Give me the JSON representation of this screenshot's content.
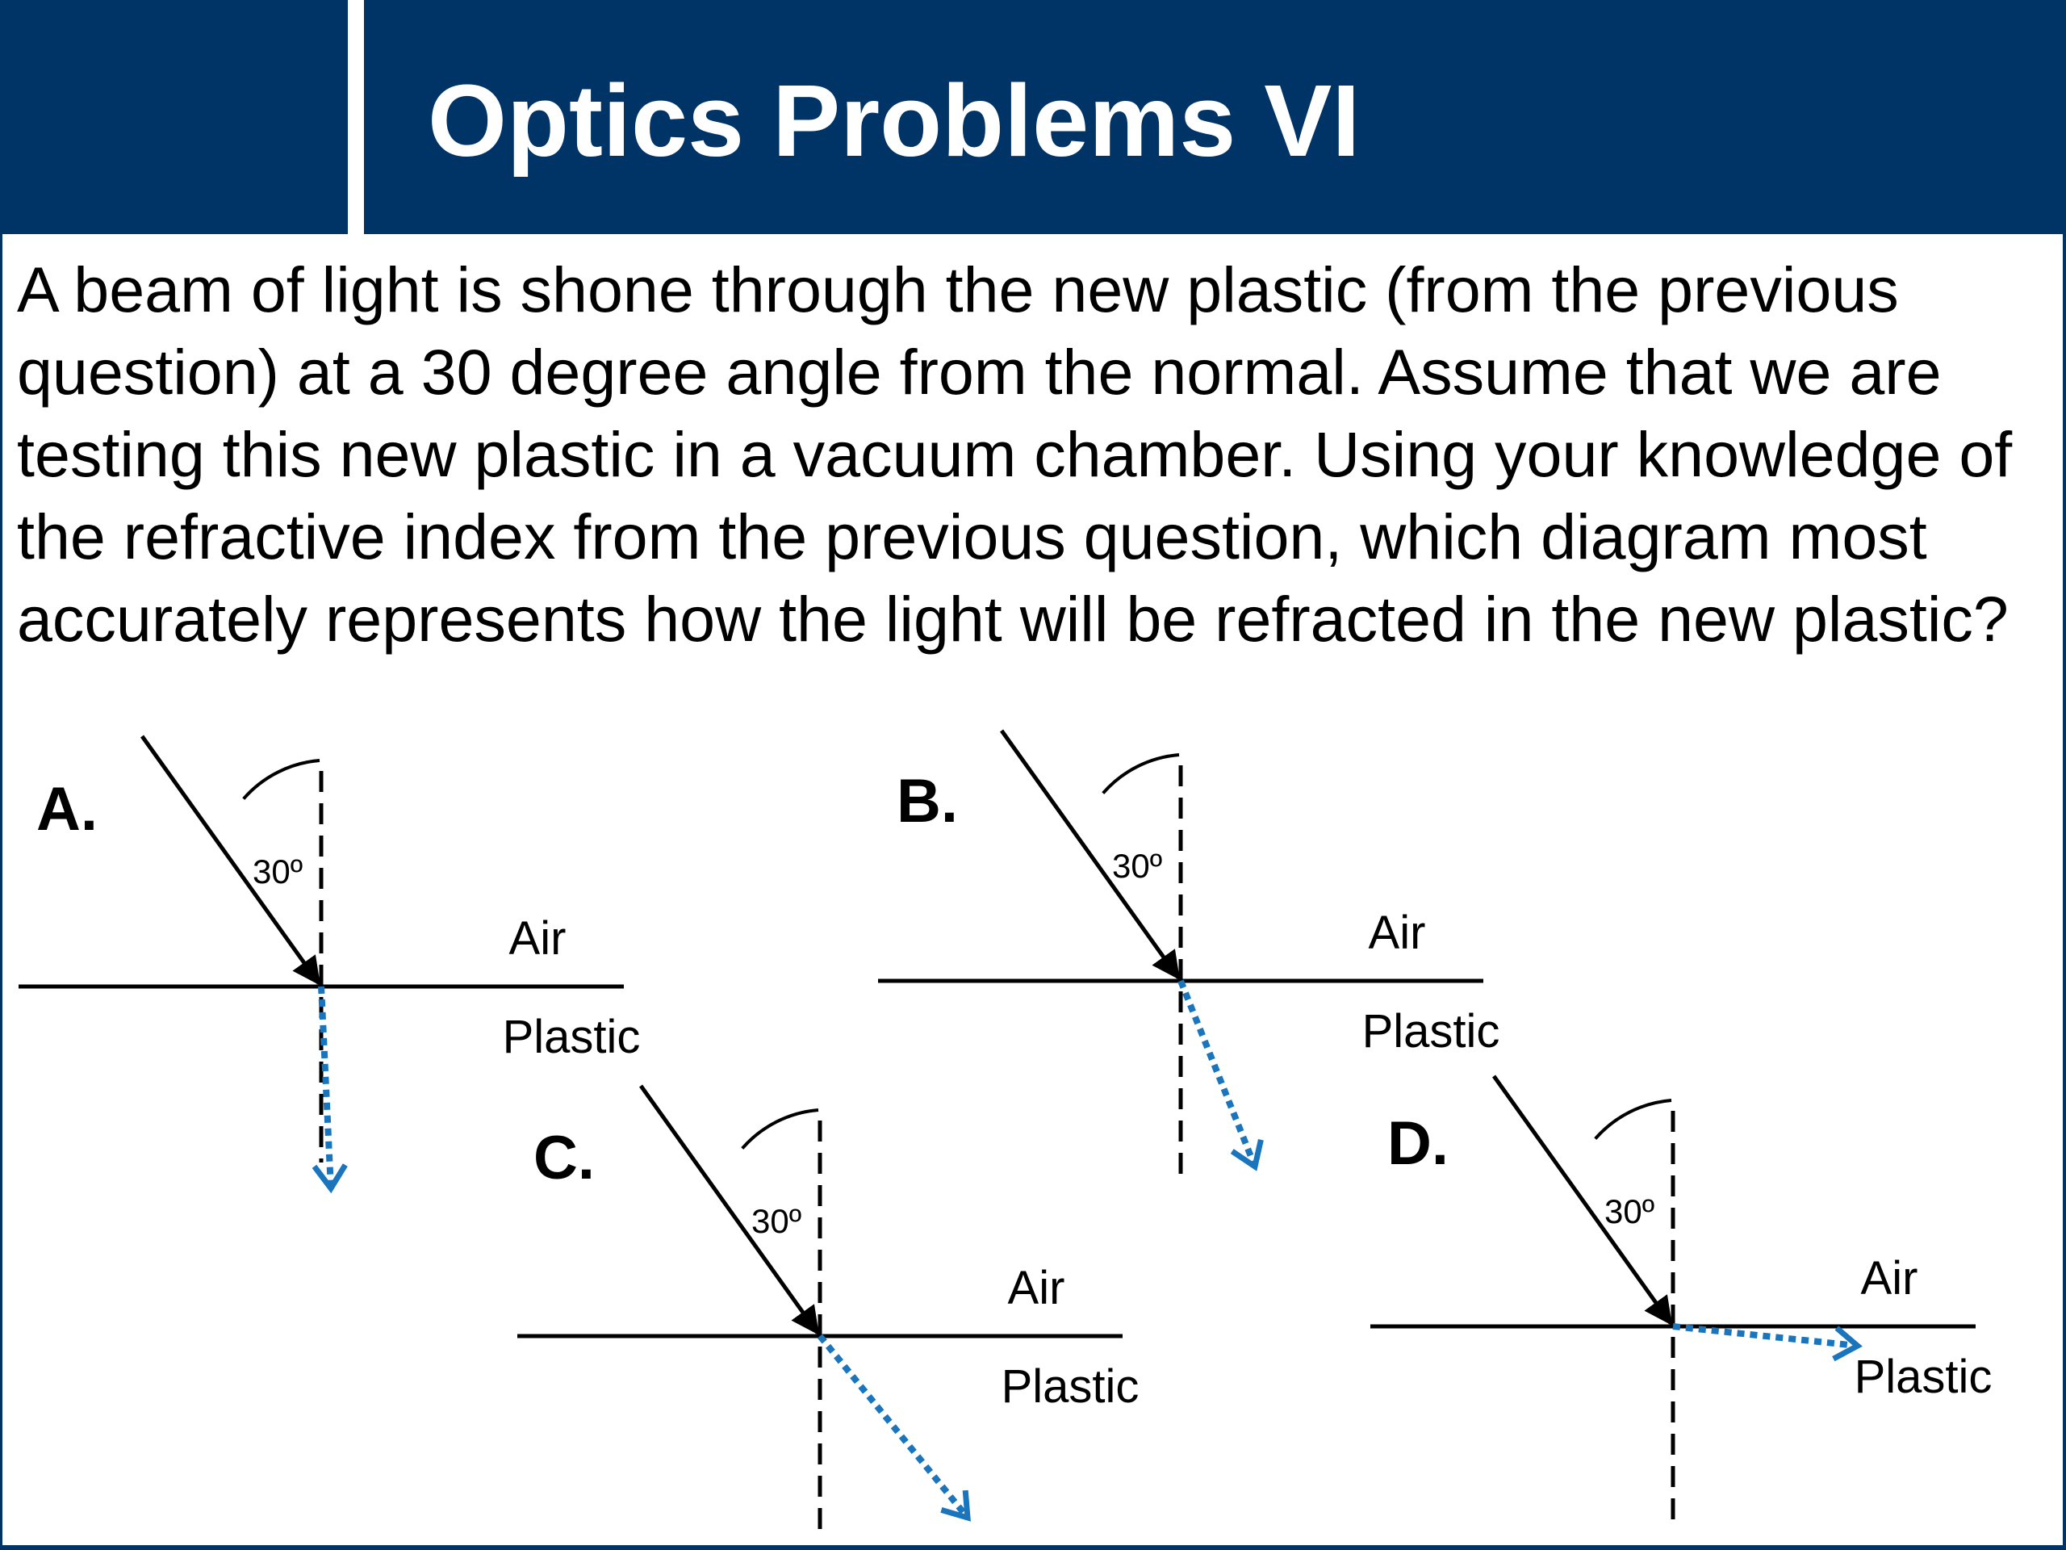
{
  "slide": {
    "title": "Optics Problems VI",
    "question": "A beam of light is shone through the new plastic (from the previous question) at a 30 degree angle from the normal. Assume that we are testing this new plastic in a vacuum chamber. Using your knowledge of the refractive index from the previous question, which diagram most accurately represents how the light will be refracted in the new plastic?"
  },
  "colors": {
    "header": "#003466",
    "incident_ray": "#000000",
    "refracted_ray": "#1a75bc"
  },
  "options": [
    {
      "letter": "A.",
      "angle_label": "30º",
      "upper_medium": "Air",
      "lower_medium": "Plastic",
      "incident_angle_deg": 30,
      "refracted_angle_deg": 0
    },
    {
      "letter": "B.",
      "angle_label": "30º",
      "upper_medium": "Air",
      "lower_medium": "Plastic",
      "incident_angle_deg": 30,
      "refracted_angle_deg": 20
    },
    {
      "letter": "C.",
      "angle_label": "30º",
      "upper_medium": "Air",
      "lower_medium": "Plastic",
      "incident_angle_deg": 30,
      "refracted_angle_deg": 38
    },
    {
      "letter": "D.",
      "angle_label": "30º",
      "upper_medium": "Air",
      "lower_medium": "Plastic",
      "incident_angle_deg": 30,
      "refracted_angle_deg": 84
    }
  ]
}
